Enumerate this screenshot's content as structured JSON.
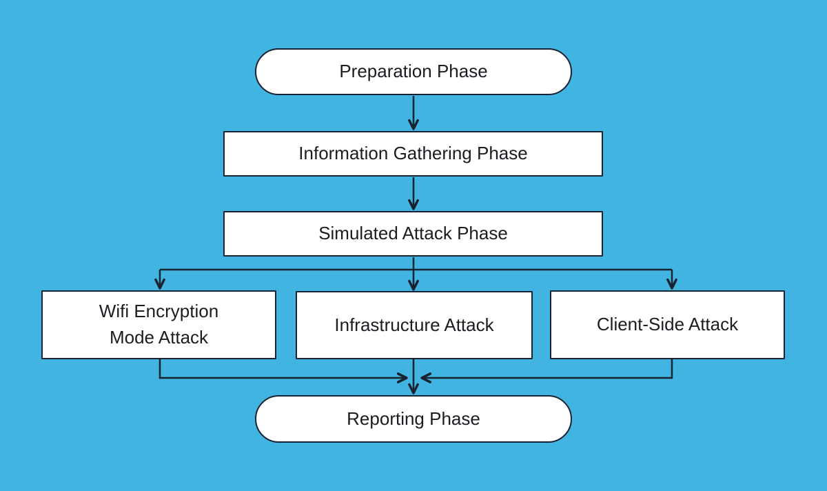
{
  "diagram": {
    "type": "flowchart",
    "direction": "top-down",
    "colors": {
      "background": "#41b4e1",
      "node_fill": "#ffffff",
      "line": "#182230",
      "text": "#1a1d21"
    },
    "nodes": [
      {
        "id": "preparation",
        "label": "Preparation Phase",
        "shape": "stadium"
      },
      {
        "id": "info-gathering",
        "label": "Information Gathering Phase",
        "shape": "rect"
      },
      {
        "id": "simulated-attack",
        "label": "Simulated Attack Phase",
        "shape": "rect"
      },
      {
        "id": "wifi-encryption-mode-attack",
        "label": "Wifi Encryption\nMode Attack",
        "shape": "rect"
      },
      {
        "id": "infrastructure-attack",
        "label": "Infrastructure Attack",
        "shape": "rect"
      },
      {
        "id": "client-side-attack",
        "label": "Client-Side Attack",
        "shape": "rect"
      },
      {
        "id": "reporting",
        "label": "Reporting Phase",
        "shape": "stadium"
      }
    ],
    "edges": [
      {
        "from": "preparation",
        "to": "info-gathering"
      },
      {
        "from": "info-gathering",
        "to": "simulated-attack"
      },
      {
        "from": "simulated-attack",
        "to": "wifi-encryption-mode-attack"
      },
      {
        "from": "simulated-attack",
        "to": "infrastructure-attack"
      },
      {
        "from": "simulated-attack",
        "to": "client-side-attack"
      },
      {
        "from": "wifi-encryption-mode-attack",
        "to": "reporting"
      },
      {
        "from": "infrastructure-attack",
        "to": "reporting"
      },
      {
        "from": "client-side-attack",
        "to": "reporting"
      }
    ]
  }
}
